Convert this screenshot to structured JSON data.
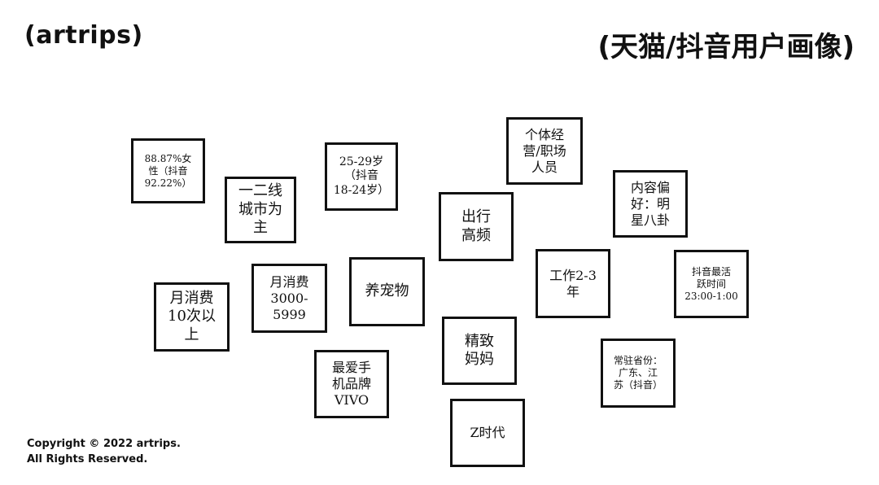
{
  "header": {
    "logo": "(artrips)",
    "title": "(天猫/抖音用户画像)"
  },
  "tags": [
    {
      "id": "female-ratio",
      "text": "88.87%女\n性（抖音\n92.22%）"
    },
    {
      "id": "city-tier",
      "text": "一二线\n城市为\n主"
    },
    {
      "id": "age",
      "text": "25-29岁\n（抖音\n18-24岁）"
    },
    {
      "id": "occupation",
      "text": "个体经\n营/职场\n人员"
    },
    {
      "id": "frequent-travel",
      "text": "出行\n高频"
    },
    {
      "id": "content-preference",
      "text": "内容偏\n好：明\n星八卦"
    },
    {
      "id": "monthly-spend-frequency",
      "text": "月消费\n10次以\n上"
    },
    {
      "id": "monthly-spend-amount",
      "text": "月消费\n3000-\n5999"
    },
    {
      "id": "pet-raising",
      "text": "养宠物"
    },
    {
      "id": "work-years",
      "text": "工作2-3\n年"
    },
    {
      "id": "active-time",
      "text": "抖音最活\n跃时间\n23:00-1:00"
    },
    {
      "id": "refined-mom",
      "text": "精致\n妈妈"
    },
    {
      "id": "phone-brand",
      "text": "最爱手\n机品牌\nVIVO"
    },
    {
      "id": "province",
      "text": "常驻省份：\n广东、江\n苏（抖音）"
    },
    {
      "id": "gen-z",
      "text": "Z时代"
    }
  ],
  "footer": {
    "line1": "Copyright © 2022 artrips.",
    "line2": "All Rights Reserved."
  }
}
